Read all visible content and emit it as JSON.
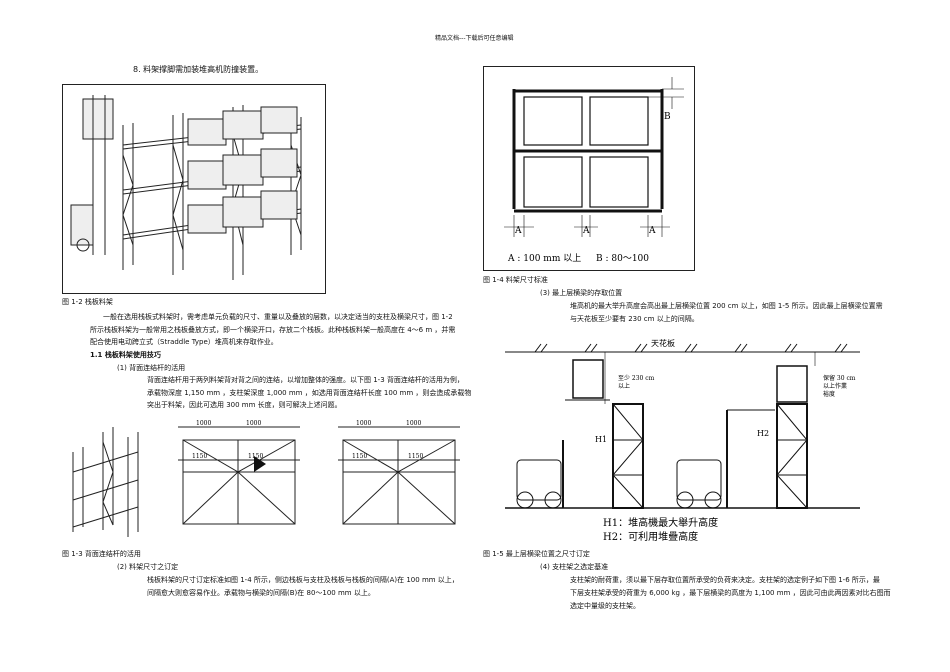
{
  "header": {
    "text": "精品文档---下载后可任意编辑"
  },
  "left": {
    "item8": "8. 料架撑脚需加装堆高机防撞装置。",
    "fig12_caption": "图 1-2 栈板料架",
    "para1": [
      "一般在选用栈板式料架时，需考虑单元负载的尺寸、重量以及叠放的层数，以决定适当的支柱及横梁尺寸，图 1-2",
      "所示栈板料架为一般常用之栈板叠放方式，即一个横梁开口，存放二个栈板。此种栈板料架一般高度在 4～6 m ，并需",
      "配合使用电动跨立式（Straddle Type）堆高机来存取作业。"
    ],
    "section11": "1.1 栈板料架使用技巧",
    "sub1": "(1) 背面连结杆的活用",
    "para2": [
      "背面连结杆用于两列料架背对背之间的连结，以增加整体的强度。以下图 1-3 背面连结杆的活用为例，",
      "承载物深度 1,150 mm ，支柱架深度 1,000 mm ，如选用背面连结杆长度 100 mm ，则会造成承载物",
      "突出于料架，因此可选用 300 mm 长度，则可解决上述问题。"
    ],
    "fig13_caption": "图 1-3 背面连结杆的活用",
    "sub2": "(2) 料架尺寸之订定",
    "para3": [
      "栈板料架的尺寸订定标准如图 1-4 所示，侧边栈板与支柱及栈板与栈板的间隔(A)在 100 mm 以上，",
      "间隔愈大则愈容易作业。承载物与横梁的间隔(B)在 80～100 mm 以上。"
    ],
    "fig13_dims": {
      "top_a": "1000",
      "top_b": "1000",
      "mid_a": "1150",
      "mid_b": "1150"
    }
  },
  "right": {
    "fig14": {
      "label_b": "B",
      "label_a": "A",
      "legend_a": "A : 100 mm 以上",
      "legend_b": "B : 80～100"
    },
    "fig14_caption": "图 1-4 料架尺寸标准",
    "sub3": "(3) 最上层横梁的存取位置",
    "para4": [
      "堆高机的最大举升高度会高出最上层横梁位置 200 cm 以上，如图 1-5 所示。因此最上层横梁位置需",
      "与天花板至少要有 230 cm 以上的间隔。"
    ],
    "fig15": {
      "ceiling": "天花板",
      "gap1": "至少 230 cm",
      "gap2": "以上",
      "h1": "H1",
      "h2": "H2",
      "keep1": "保留 30 cm",
      "keep2": "以上作業",
      "keep3": "裕度",
      "legend1": "H1：堆高機最大舉升高度",
      "legend2": "H2：可利用堆疊高度"
    },
    "fig15_caption": "图 1-5 最上层横梁位置之尺寸订定",
    "sub4": "(4) 支柱架之选定基准",
    "para5": [
      "支柱架的耐荷重，须以最下层存取位置所承受的负荷来决定。支柱架的选定例子如下图 1-6 所示，最",
      "下层支柱架承受的荷重为 6,000 kg ，最下层横梁的高度为 1,100 mm ，因此可由此两因素对比右图而",
      "选定中量级的支柱架。"
    ]
  }
}
